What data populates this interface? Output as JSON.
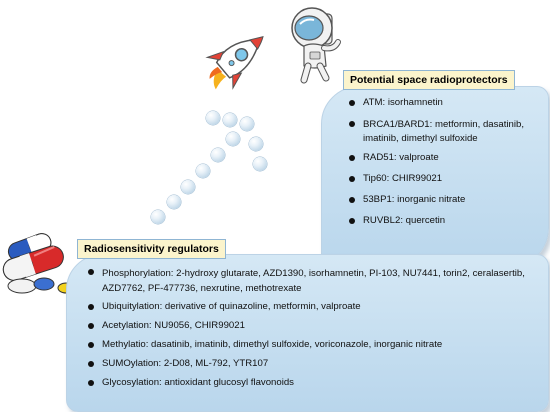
{
  "radioprotectors": {
    "title": "Potential space radioprotectors",
    "items": [
      "ATM: isorhamnetin",
      "BRCA1/BARD1: metformin, dasatinib, imatinib, dimethyl sulfoxide",
      "RAD51: valproate",
      "Tip60: CHIR99021",
      "53BP1: inorganic nitrate",
      "RUVBL2: quercetin"
    ]
  },
  "regulators": {
    "title": "Radiosensitivity regulators",
    "items": [
      "Phosphorylation: 2-hydroxy glutarate, AZD1390,  isorhamnetin, PI-103, NU7441, torin2, ceralasertib, AZD7762, PF-477736, nexrutine, methotrexate",
      "Ubiquitylation: derivative of quinazoline, metformin, valproate",
      "Acetylation: NU9056, CHIR99021",
      "Methylatio: dasatinib, imatinib, dimethyl sulfoxide, voriconazole, inorganic nitrate",
      "SUMOylation: 2-D08, ML-792, YTR107",
      "Glycosylation: antioxidant glucosyl flavonoids"
    ]
  },
  "icons": {
    "rocket": "rocket-icon",
    "astronaut": "astronaut-icon",
    "pills": "pills-icon",
    "bubbles": "bubble-path"
  },
  "colors": {
    "panel": "#c6dff1",
    "tag": "#fbf4cc",
    "tag_border": "#8fb5d3"
  }
}
